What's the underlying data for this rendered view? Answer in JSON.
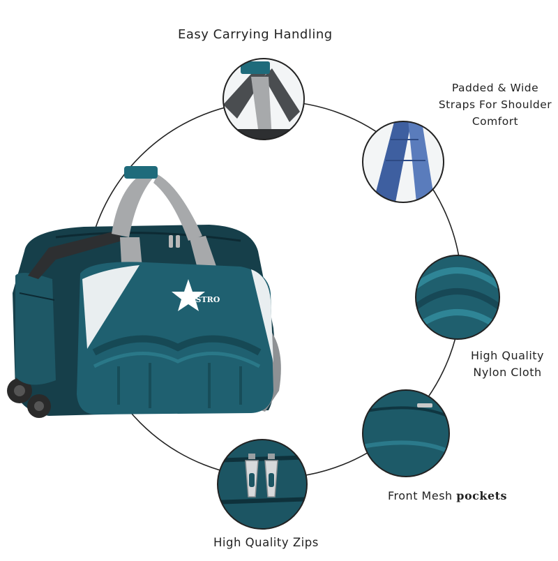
{
  "brand": {
    "logo_text": "ASTRO",
    "colors": {
      "teal": "#1f5f6e",
      "teal_dark": "#143f4b",
      "teal_light": "#2f7f8f",
      "grey_strap": "#a7a9ab",
      "white_panel": "#e9eef0"
    }
  },
  "features": {
    "handle": {
      "label": "Easy Carrying Handling"
    },
    "straps": {
      "lines": [
        "Padded & Wide",
        "Straps For Shoulder",
        "Comfort"
      ]
    },
    "nylon": {
      "lines": [
        "High Quality",
        "Nylon Cloth"
      ]
    },
    "mesh": {
      "label_a": "Front Mesh",
      "label_b": "pockets"
    },
    "zips": {
      "label": "High Quality Zips"
    }
  }
}
